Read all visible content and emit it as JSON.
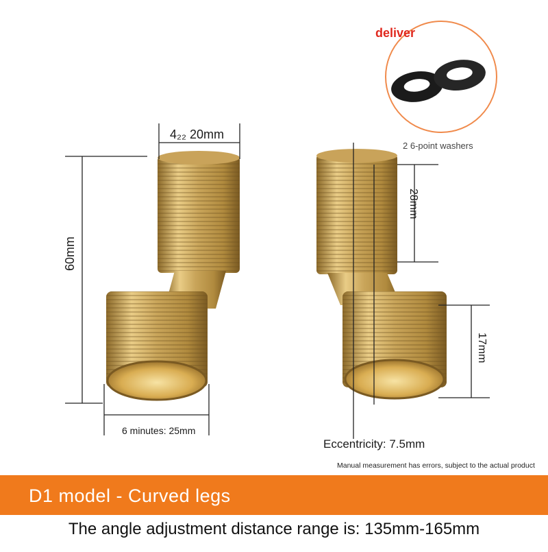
{
  "callout": {
    "title": "deliver",
    "note": "2 6-point washers"
  },
  "dimensions": {
    "top_left_width": "4₂₂ 20mm",
    "total_height": "60mm",
    "bottom_left_width": "6 minutes: 25mm",
    "top_right_height": "28mm",
    "bottom_right_height": "17mm",
    "eccentricity": "Eccentricity: 7.5mm"
  },
  "disclaimer": "Manual measurement has errors, subject to the actual product",
  "banner": {
    "title": "D1 model - Curved legs"
  },
  "range_text": "The angle adjustment distance range is: 135mm-165mm",
  "colors": {
    "brass_light": "#e8c77a",
    "brass_dark": "#9a7630",
    "banner": "#f07a1c",
    "accent_red": "#e0281e",
    "washer": "#1b1b1b"
  }
}
